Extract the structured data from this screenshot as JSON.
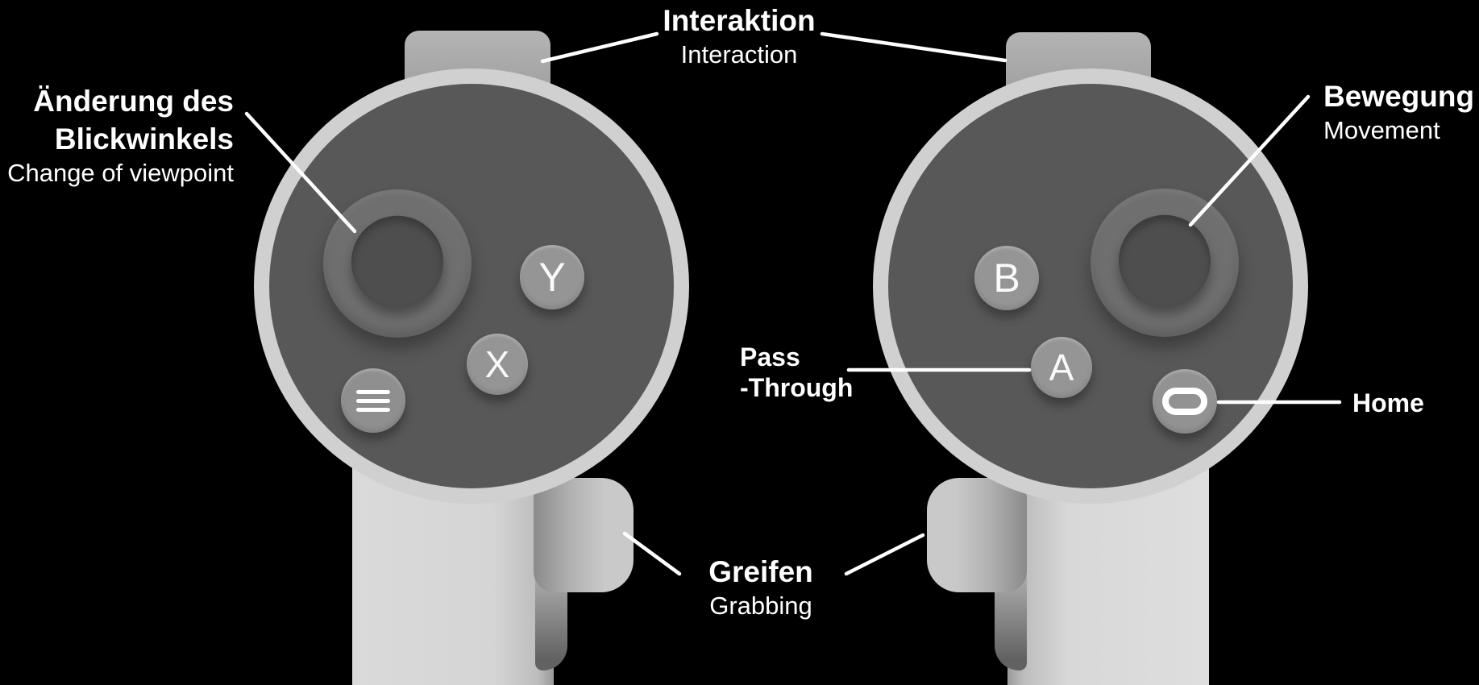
{
  "colors": {
    "background": "#000000",
    "rim": "#d0d0d0",
    "face": "#585858",
    "stick_ring": "#6f6f6f",
    "stick_top": "#4e4e4e",
    "button": "#959595",
    "trigger_light": "#b4b4b4",
    "trigger_dark": "#969696",
    "handle": "#d7d7d7",
    "grip": "#c9c9c9",
    "text": "#ffffff"
  },
  "annotations": {
    "interaction": {
      "title_de": "Interaktion",
      "subtitle_en": "Interaction"
    },
    "viewpoint": {
      "title_de_line1": "Änderung des",
      "title_de_line2": "Blickwinkels",
      "subtitle_en": "Change of viewpoint"
    },
    "movement": {
      "title_de": "Bewegung",
      "subtitle_en": "Movement"
    },
    "pass_through": {
      "line1": "Pass",
      "line2": "-Through"
    },
    "home": {
      "label": "Home"
    },
    "grabbing": {
      "title_de": "Greifen",
      "subtitle_en": "Grabbing"
    }
  },
  "left_controller": {
    "buttons": {
      "y": "Y",
      "x": "X"
    }
  },
  "right_controller": {
    "buttons": {
      "b": "B",
      "a": "A"
    }
  }
}
